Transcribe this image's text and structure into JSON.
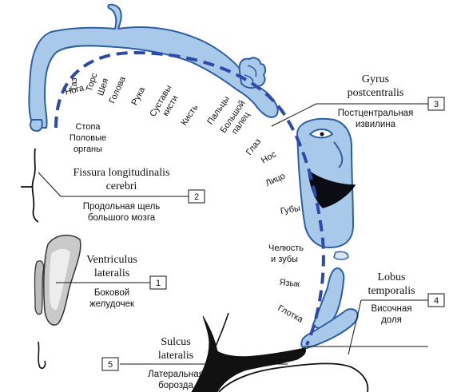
{
  "labels": [
    {
      "number": "1",
      "latin": [
        "Ventriculus",
        "lateralis"
      ],
      "russian": [
        "Боковой",
        "желудочек"
      ]
    },
    {
      "number": "2",
      "latin": [
        "Fissura longitudinalis",
        "cerebri"
      ],
      "russian": [
        "Продольная щель",
        "большого мозга"
      ]
    },
    {
      "number": "3",
      "latin": [
        "Gyrus",
        "postcentralis"
      ],
      "russian": [
        "Постцентральная",
        "извилина"
      ]
    },
    {
      "number": "4",
      "latin": [
        "Lobus",
        "temporalis"
      ],
      "russian": [
        "Височная",
        "доля"
      ]
    },
    {
      "number": "5",
      "latin": [
        "Sulcus",
        "lateralis"
      ],
      "russian": [
        "Латеральная",
        "борозда"
      ]
    }
  ],
  "body_parts": {
    "foot_genitals": [
      "Стопа",
      "Половые",
      "органы"
    ],
    "leg": "Нога",
    "thigh": "Таз",
    "torso": "Торс",
    "neck": "Шея",
    "head": "Голова",
    "arm": "Рука",
    "hand_joints": [
      "Суставы",
      "кисти"
    ],
    "hand": "Кисть",
    "fingers": [
      "Пальцы",
      "Большой",
      "палец"
    ],
    "eye": "Глаз",
    "nose": "Нос",
    "face": "Лицо",
    "lips": "Губы",
    "jaw_teeth": [
      "Челюсть",
      "и зубы"
    ],
    "tongue": "Язык",
    "pharynx": "Глотка"
  },
  "colors": {
    "homunculus_fill": "#a9c9ea",
    "homunculus_stroke": "#2f5f9e",
    "dash": "#2e49a8",
    "sulcus": "#111111"
  }
}
